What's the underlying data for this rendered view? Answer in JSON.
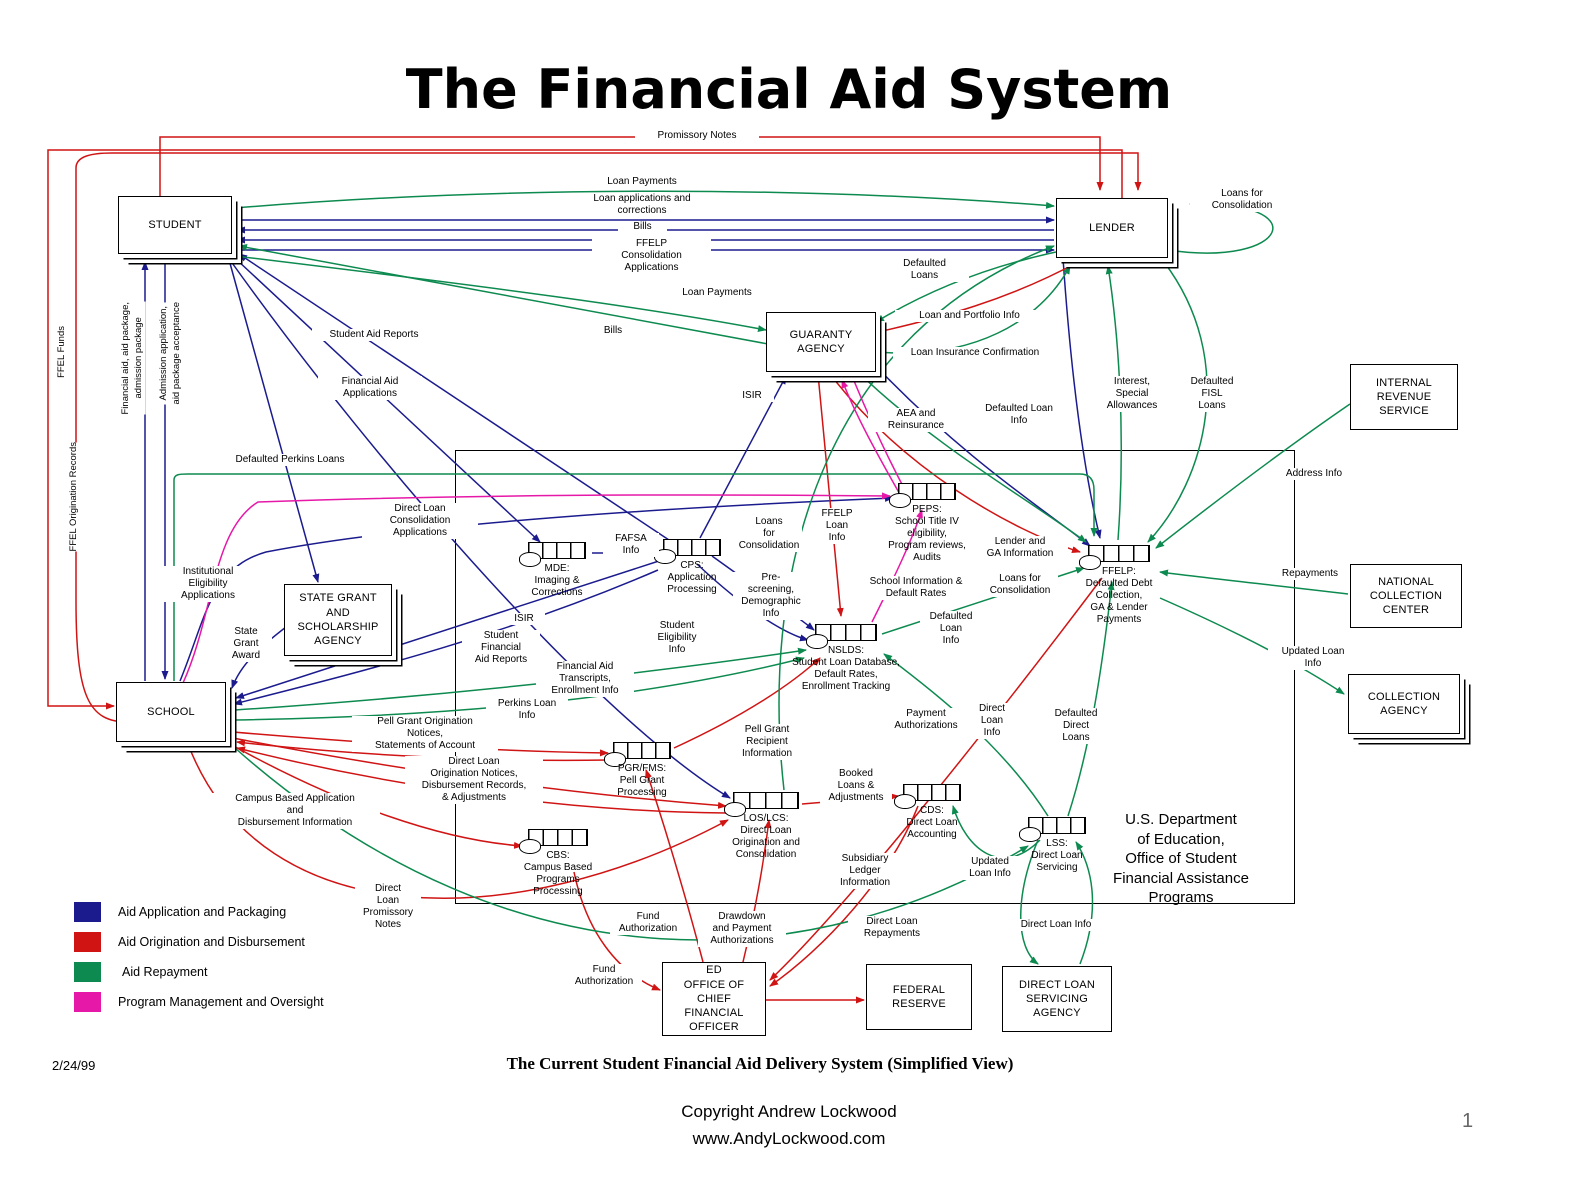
{
  "page": {
    "title": "The Financial Aid System",
    "date": "2/24/99",
    "caption": "The Current Student Financial Aid Delivery System (Simplified View)",
    "copyright": "Copyright Andrew Lockwood\nwww.AndyLockwood.com",
    "page_number": "1"
  },
  "legend": {
    "items": [
      {
        "label": "Aid Application and Packaging",
        "color": "#1b1b8e"
      },
      {
        "label": "Aid Origination and Disbursement",
        "color": "#d01414"
      },
      {
        "label": "Aid Repayment",
        "color": "#0d8a4f"
      },
      {
        "label": "Program Management and Oversight",
        "color": "#e618a8"
      }
    ]
  },
  "entities": {
    "student": "STUDENT",
    "lender": "LENDER",
    "guaranty_agency": "GUARANTY\nAGENCY",
    "irs": "INTERNAL\nREVENUE\nSERVICE",
    "ncc": "NATIONAL\nCOLLECTION\nCENTER",
    "collection_agency": "COLLECTION\nAGENCY",
    "state_grant_agency": "STATE GRANT\nAND\nSCHOLARSHIP\nAGENCY",
    "school": "SCHOOL",
    "federal_reserve": "FEDERAL\nRESERVE",
    "dl_servicing_agency": "DIRECT LOAN\nSERVICING\nAGENCY",
    "ed_ocfo": "ED\nOFFICE OF\nCHIEF\nFINANCIAL\nOFFICER",
    "dept_label": "U.S. Department\nof Education,\nOffice of Student\nFinancial Assistance\nPrograms"
  },
  "systems": {
    "mde": "MDE:\nImaging &\nCorrections",
    "cps": "CPS:\nApplication\nProcessing",
    "peps": "PEPS:\nSchool Title IV\neligibility,\nProgram reviews,\nAudits",
    "ffelp": "FFELP:\nDefaulted Debt\nCollection,\nGA & Lender\nPayments",
    "nslds": "NSLDS:\nStudent Loan Database,\nDefault Rates,\nEnrollment Tracking",
    "pgr_fms": "PGR/FMS:\nPell Grant\nProcessing",
    "los_lcs": "LOS/LCS:\nDirect Loan\nOrigination and\nConsolidation",
    "cbs": "CBS:\nCampus Based\nPrograms\nProcessing",
    "cds": "CDS:\nDirect Loan\nAccounting",
    "lss": "LSS:\nDirect Loan\nServicing"
  },
  "flows": {
    "promissory_notes": "Promissory Notes",
    "loan_payments_top": "Loan Payments",
    "loan_apps_corrections": "Loan applications and\ncorrections",
    "bills_top": "Bills",
    "ffelp_consolidation_apps": "FFELP\nConsolidation\nApplications",
    "loan_payments_ga": "Loan Payments",
    "defaulted_loans": "Defaulted\nLoans",
    "loans_for_consolidation_tr": "Loans for\nConsolidation",
    "loan_portfolio_info": "Loan and Portfolio Info",
    "loan_insurance_confirmation": "Loan Insurance Confirmation",
    "student_aid_reports": "Student Aid Reports",
    "bills_ga": "Bills",
    "isir_ga": "ISIR",
    "financial_aid_applications": "Financial Aid\nApplications",
    "aea_reinsurance": "AEA and\nReinsurance",
    "defaulted_loan_info_ga": "Defaulted Loan\nInfo",
    "interest_special_allowances": "Interest,\nSpecial\nAllowances",
    "defaulted_fisl_loans": "Defaulted\nFISL\nLoans",
    "defaulted_perkins_loans": "Defaulted Perkins Loans",
    "address_info": "Address Info",
    "dl_consolidation_apps": "Direct Loan\nConsolidation\nApplications",
    "fafsa_info": "FAFSA\nInfo",
    "loans_for_consolidation_c": "Loans\nfor\nConsolidation",
    "ffelp_loan_info": "FFELP\nLoan\nInfo",
    "lender_ga_information": "Lender and\nGA Information",
    "institutional_eligibility": "Institutional\nEligibility\nApplications",
    "prescreening_demographic": "Pre-\nscreening,\nDemographic\nInfo",
    "school_info_default_rates": "School Information &\nDefault Rates",
    "loans_for_consolidation_r": "Loans for\nConsolidation",
    "repayments": "Repayments",
    "isir_school": "ISIR",
    "student_eligibility_info": "Student\nEligibility\nInfo",
    "defaulted_loan_info_c": "Defaulted\nLoan\nInfo",
    "state_grant_award": "State\nGrant\nAward",
    "student_financial_aid_reports": "Student\nFinancial\nAid Reports",
    "fin_aid_transcripts": "Financial Aid\nTranscripts,\nEnrollment Info",
    "perkins_loan_info": "Perkins Loan\nInfo",
    "updated_loan_info_r": "Updated Loan\nInfo",
    "pell_grant_origination": "Pell Grant Origination\nNotices,\nStatements of Account",
    "pell_grant_recipient": "Pell Grant\nRecipient\nInformation",
    "payment_authorizations": "Payment\nAuthorizations",
    "direct_loan_info_c": "Direct\nLoan\nInfo",
    "defaulted_direct_loans": "Defaulted\nDirect\nLoans",
    "dl_origination_notices": "Direct Loan\nOrigination Notices,\nDisbursement Records,\n& Adjustments",
    "booked_loans": "Booked\nLoans &\nAdjustments",
    "campus_based_app": "Campus Based Application\nand\nDisbursement Information",
    "subsidiary_ledger": "Subsidiary\nLedger\nInformation",
    "updated_loan_info_b": "Updated\nLoan Info",
    "dl_promissory_notes": "Direct\nLoan\nPromissory\nNotes",
    "fund_authorization_1": "Fund\nAuthorization",
    "drawdown_payment_auth": "Drawdown\nand Payment\nAuthorizations",
    "dl_repayments": "Direct Loan\nRepayments",
    "direct_loan_info_b": "Direct Loan Info",
    "fund_authorization_2": "Fund\nAuthorization"
  },
  "side_labels": {
    "ffel_funds": "FFEL Funds",
    "ffel_origination_records": "FFEL Origination Records",
    "financial_aid_package": "Financial aid, aid package,\nadmission package",
    "admission_application": "Admission application,\naid package acceptance"
  }
}
